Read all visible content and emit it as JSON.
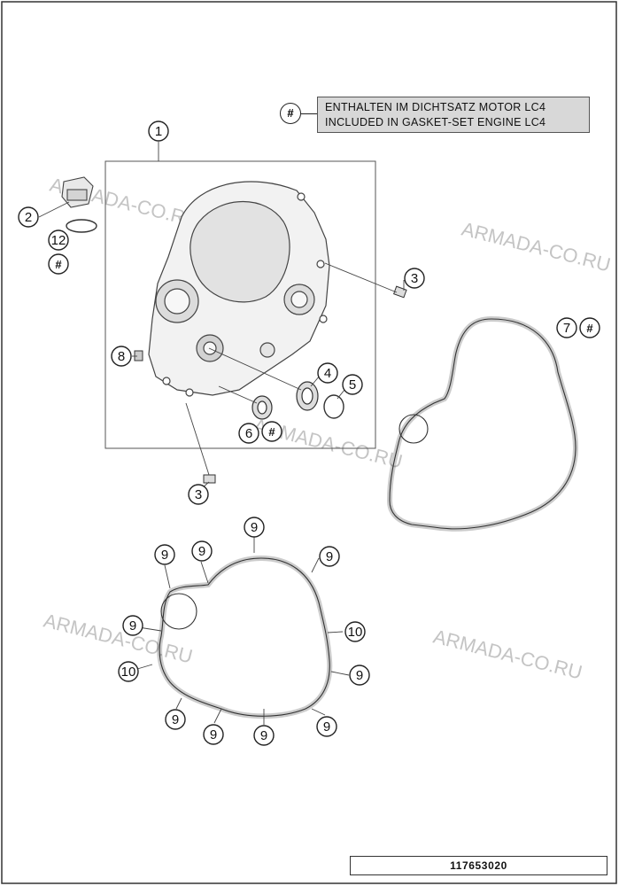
{
  "legend": {
    "symbol": "#",
    "line1": "ENTHALTEN IM DICHTSATZ MOTOR LC4",
    "line2": "INCLUDED IN GASKET-SET ENGINE LC4"
  },
  "watermark": "ARMADA-CO.RU",
  "part_number": "117653020",
  "callouts": [
    {
      "label": "1"
    },
    {
      "label": "2"
    },
    {
      "label": "12"
    },
    {
      "label": "#"
    },
    {
      "label": "3"
    },
    {
      "label": "8"
    },
    {
      "label": "4"
    },
    {
      "label": "5"
    },
    {
      "label": "6"
    },
    {
      "label": "#"
    },
    {
      "label": "3"
    },
    {
      "label": "7"
    },
    {
      "label": "#"
    },
    {
      "label": "9"
    },
    {
      "label": "9"
    },
    {
      "label": "9"
    },
    {
      "label": "9"
    },
    {
      "label": "9"
    },
    {
      "label": "10"
    },
    {
      "label": "10"
    },
    {
      "label": "9"
    },
    {
      "label": "9"
    },
    {
      "label": "9"
    },
    {
      "label": "9"
    },
    {
      "label": "9"
    }
  ]
}
